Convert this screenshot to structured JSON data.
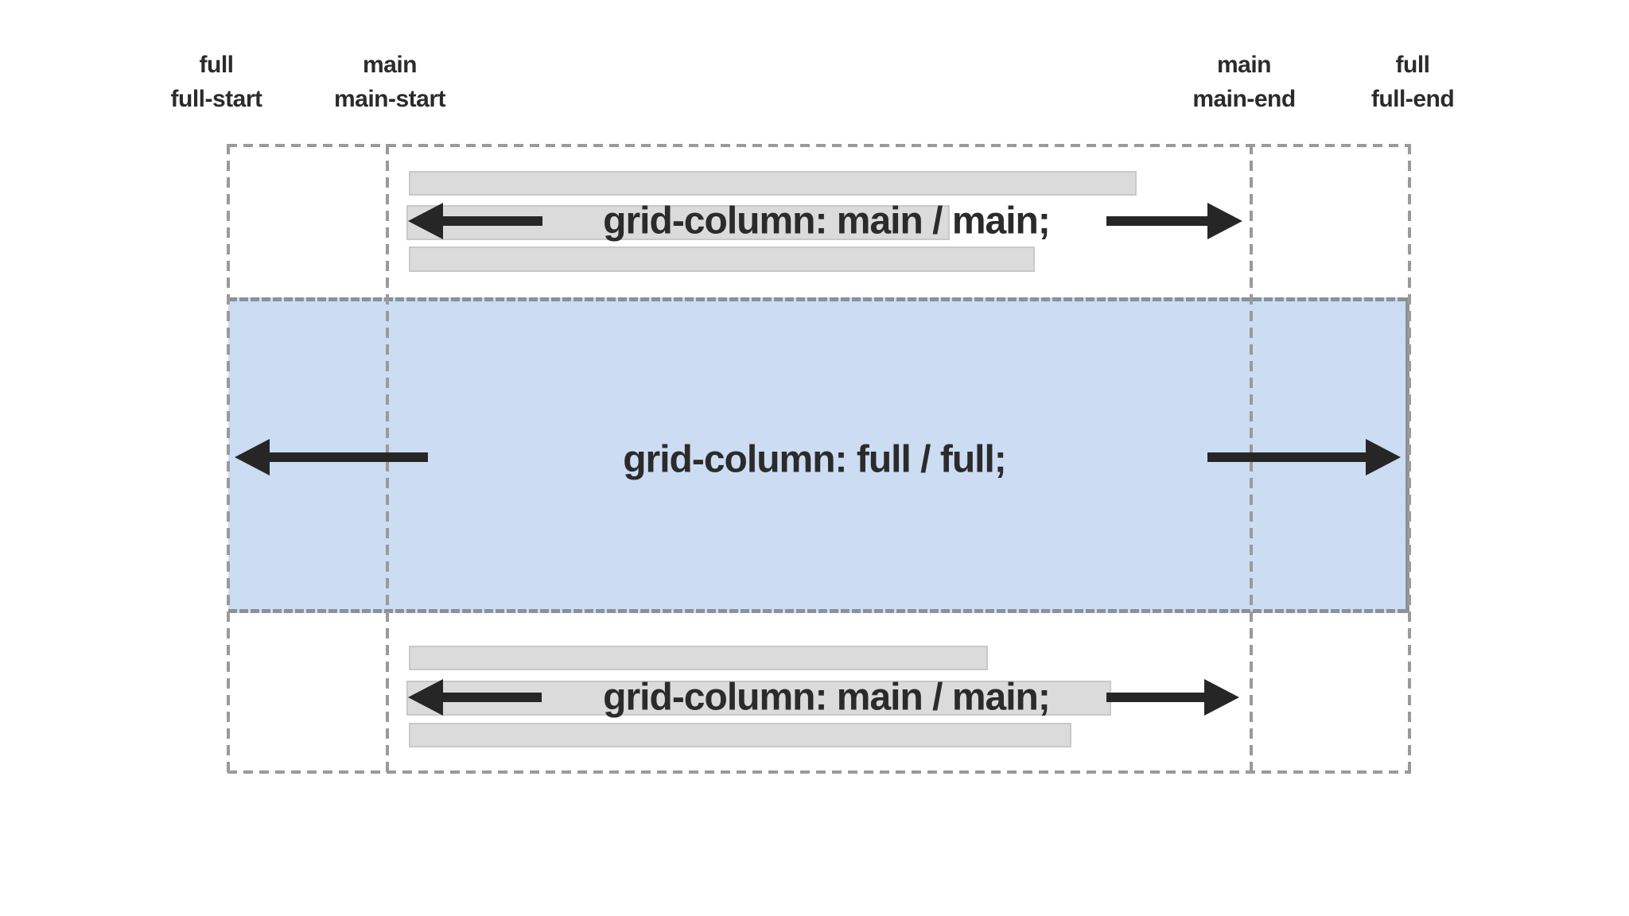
{
  "line_labels": [
    {
      "word": "full",
      "line_name": "full-start"
    },
    {
      "word": "main",
      "line_name": "main-start"
    },
    {
      "word": "main",
      "line_name": "main-end"
    },
    {
      "word": "full",
      "line_name": "full-end"
    }
  ],
  "rows": {
    "top": {
      "code": "grid-column: main / main;"
    },
    "middle": {
      "code": "grid-column: full / full;"
    },
    "bottom": {
      "code": "grid-column: main / main;"
    }
  },
  "colors": {
    "dash": "#9a9a9a",
    "box_border": "#8b919b",
    "highlight": "#ccdcf3",
    "bar": "#dbdbdb",
    "bar_border": "#c9c9c9",
    "ink": "#2b2b2b",
    "arrow": "#262626"
  }
}
